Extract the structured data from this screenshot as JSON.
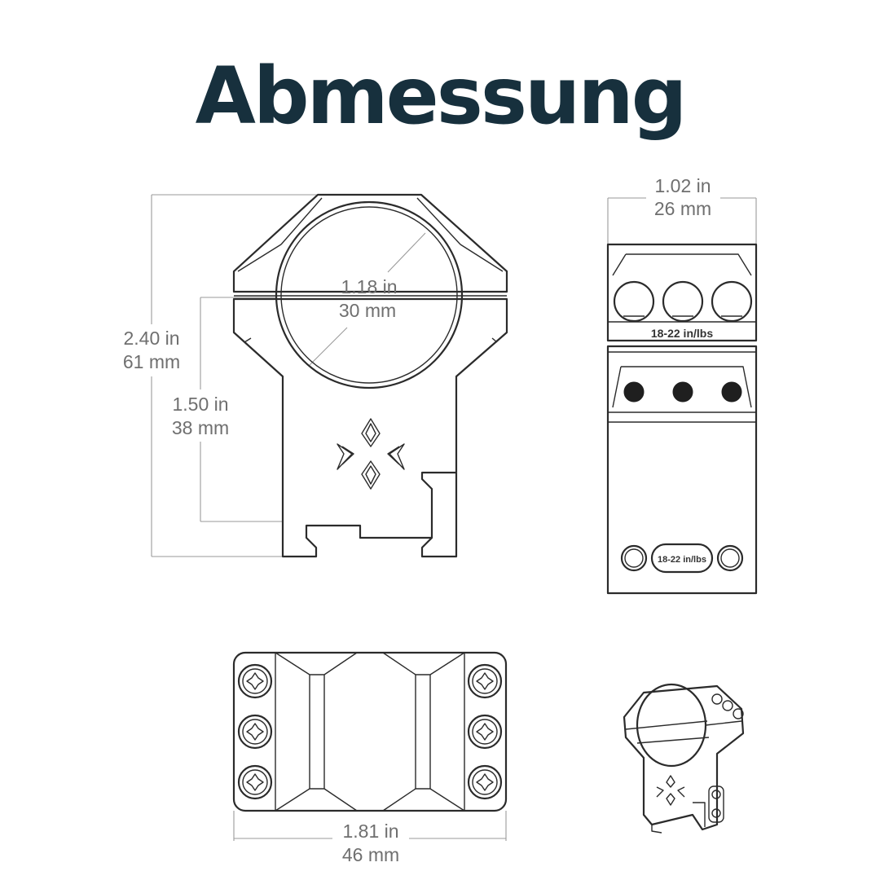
{
  "title": "Abmessung",
  "dimensions": {
    "total_height": {
      "in": "2.40 in",
      "mm": "61 mm"
    },
    "ring_diameter": {
      "in": "1.18 in",
      "mm": "30 mm"
    },
    "center_height": {
      "in": "1.50 in",
      "mm": "38 mm"
    },
    "width": {
      "in": "1.02 in",
      "mm": "26 mm"
    },
    "length": {
      "in": "1.81 in",
      "mm": "46 mm"
    }
  },
  "torque_labels": {
    "cap": "18-22 in/lbs",
    "base": "18-22 in/lbs"
  },
  "views": [
    "front-view",
    "side-view",
    "top-view",
    "isometric-view"
  ]
}
